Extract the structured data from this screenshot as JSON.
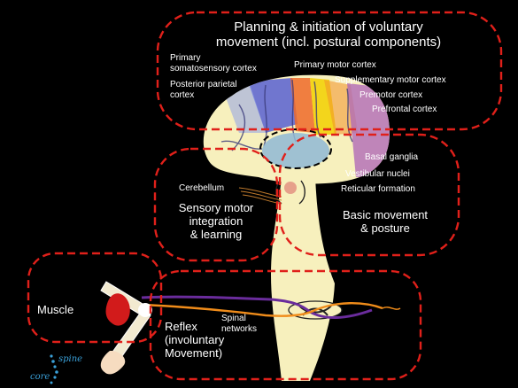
{
  "regions": {
    "planning": {
      "line1": "Planning & initiation of voluntary",
      "line2": "movement (incl. postural components)"
    },
    "sensory": {
      "line1": "Sensory motor",
      "line2": "integration",
      "line3": "& learning"
    },
    "basic": {
      "line1": "Basic movement",
      "line2": "& posture"
    },
    "reflex": {
      "line1": "Reflex",
      "line2": "(involuntary",
      "line3": "Movement)"
    },
    "muscle": {
      "label": "Muscle"
    }
  },
  "labels": {
    "primary_somatosensory": {
      "line1": "Primary",
      "line2": "somatosensory cortex"
    },
    "posterior_parietal": {
      "line1": "Posterior parietal",
      "line2": "cortex"
    },
    "primary_motor": "Primary motor cortex",
    "supplementary_motor": "Supplementary motor cortex",
    "premotor": "Premotor cortex",
    "prefrontal": "Prefrontal cortex",
    "basal_ganglia": "Basal ganglia",
    "vestibular": "Vestibular nuclei",
    "reticular": "Reticular formation",
    "cerebellum": "Cerebellum",
    "spinal": {
      "line1": "Spinal",
      "line2": "networks"
    }
  },
  "logo": {
    "line1": "spine",
    "line2": "core"
  },
  "colors": {
    "background": "#000000",
    "dashed_outline": "#e0201a",
    "brain": "#f7f0bd",
    "somatosensory": "#3f46c8",
    "motor": "#f06a28",
    "supplementary": "#f2d20a",
    "prefrontal": "#b06ab8",
    "basal_ganglia": "#8fb9d6",
    "nerve_purple": "#6a2c9c",
    "nerve_orange": "#f08c1a"
  }
}
